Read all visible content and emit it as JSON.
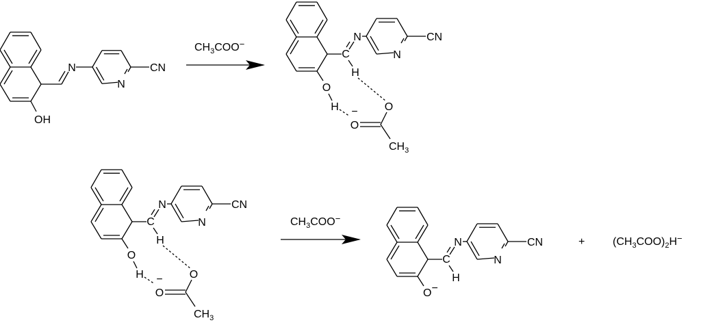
{
  "atoms": {
    "N": "N",
    "C": "C",
    "H": "H",
    "O": "O",
    "CN": "CN",
    "OH": "OH",
    "CH3": [
      "CH",
      "3"
    ],
    "minus": "−"
  },
  "reaction1": {
    "reagent": [
      "CH",
      "3",
      "COO",
      "−"
    ]
  },
  "reaction2": {
    "reagent": [
      "CH",
      "3",
      "COO",
      "−"
    ],
    "plus": "+",
    "byproduct": [
      "(CH",
      "3",
      "COO)",
      "2",
      "H",
      "−"
    ]
  }
}
